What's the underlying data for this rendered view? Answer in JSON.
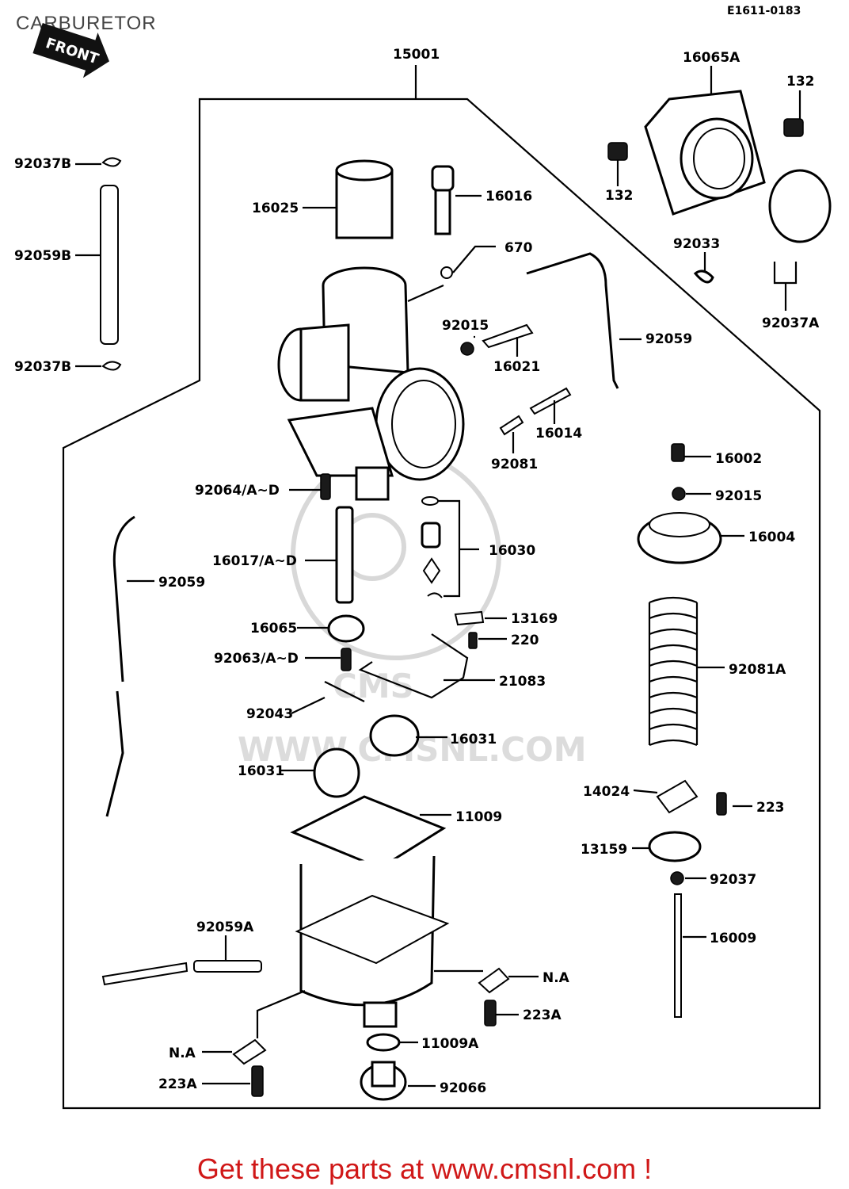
{
  "title": "CARBURETOR",
  "drawing_code": "E1611-0183",
  "front_badge": "FRONT",
  "watermark": "WWW.CMSNL.COM",
  "footer": {
    "prefix": "Get these parts at ",
    "link": "www.cmsnl.com",
    "suffix": " !"
  },
  "callouts": {
    "p15001": "15001",
    "p16065A": "16065A",
    "p132_top": "132",
    "p132_left": "132",
    "p92037B_top": "92037B",
    "p92059B": "92059B",
    "p92037B_bot": "92037B",
    "p16025": "16025",
    "p16016": "16016",
    "p670": "670",
    "p92033": "92033",
    "p92037A": "92037A",
    "p92015_a": "92015",
    "p16021": "16021",
    "p92059_a": "92059",
    "p16014": "16014",
    "p92081": "92081",
    "p16002": "16002",
    "p92015_b": "92015",
    "p16004": "16004",
    "p92064": "92064/A~D",
    "p16030": "16030",
    "p16017": "16017/A~D",
    "p92059_b": "92059",
    "p13169": "13169",
    "p16065": "16065",
    "p220": "220",
    "p92063": "92063/A~D",
    "p92081A": "92081A",
    "p21083": "21083",
    "p92043": "92043",
    "p16031_a": "16031",
    "p16031_b": "16031",
    "p14024": "14024",
    "p223": "223",
    "p11009": "11009",
    "p13159": "13159",
    "p92037": "92037",
    "p92059A": "92059A",
    "p16009": "16009",
    "pNA_right": "N.A",
    "p223A_right": "223A",
    "p11009A": "11009A",
    "pNA_left": "N.A",
    "p223A_left": "223A",
    "p92066": "92066"
  }
}
